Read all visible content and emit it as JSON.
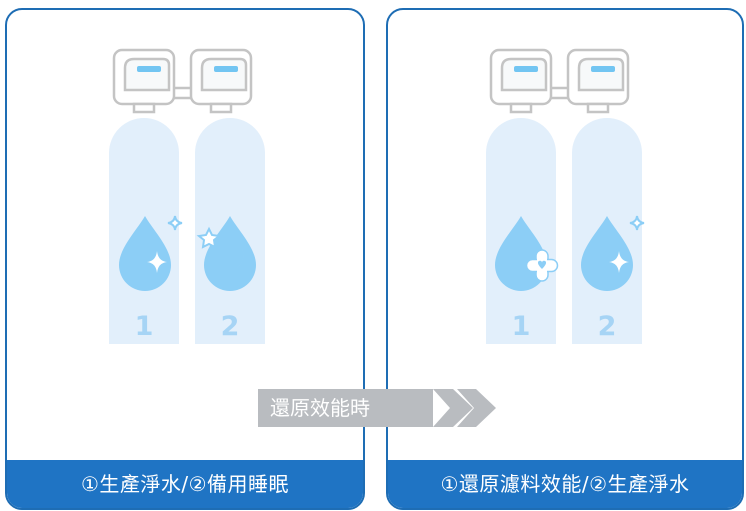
{
  "panels": [
    {
      "caption": "①生產淨水/②備用睡眠",
      "tanks": [
        {
          "number": "1",
          "icon": "drop-sparkle-icon"
        },
        {
          "number": "2",
          "icon": "drop-moon-icon"
        }
      ]
    },
    {
      "caption": "①還原濾料效能/②生產淨水",
      "tanks": [
        {
          "number": "1",
          "icon": "drop-cross-heart-icon"
        },
        {
          "number": "2",
          "icon": "drop-sparkle-icon"
        }
      ]
    }
  ],
  "transition": {
    "label": "還原效能時"
  },
  "colors": {
    "border": "#1e6db4",
    "caption_bg": "#1f74c4",
    "tank": "#e2effb",
    "drop": "#8ccef6",
    "digit": "#a6d4f5",
    "arrow": "#b9bcc0"
  }
}
